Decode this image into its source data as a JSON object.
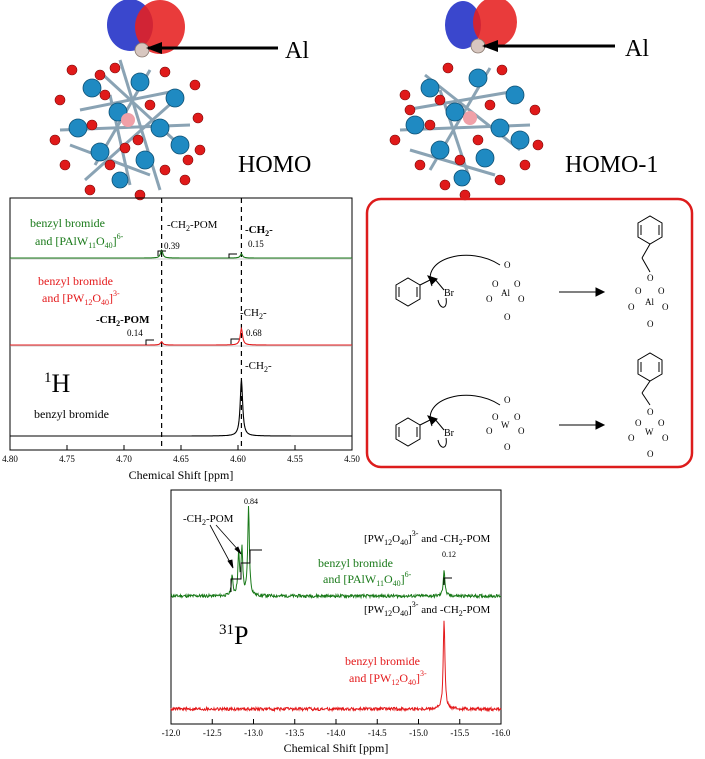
{
  "orbitals": [
    {
      "label": "HOMO",
      "atom_label": "Al"
    },
    {
      "label": "HOMO-1",
      "atom_label": "Al"
    }
  ],
  "scheme": {
    "reactant_label": "Br",
    "al_label": "Al",
    "w_label": "W",
    "o_label": "O"
  },
  "colors": {
    "green": "#1a7a1a",
    "red": "#e41a1c",
    "black": "#000000",
    "scheme_border": "#dd1c1c"
  },
  "chart_data": [
    {
      "type": "line",
      "nucleus_label": "1H",
      "nucleus_mass": "1",
      "nucleus_symbol": "H",
      "xlabel": "Chemical Shift [ppm]",
      "xlim": [
        4.8,
        4.5
      ],
      "x_ticks": [
        "4.80",
        "4.75",
        "4.70",
        "4.65",
        "4.60",
        "4.55",
        "4.50"
      ],
      "reference_lines": [
        4.667,
        4.597
      ],
      "series": [
        {
          "name_parts": [
            "benzyl bromide",
            "and [PAlW",
            "11",
            "O",
            "40",
            "]",
            "6-"
          ],
          "color": "#1a7a1a",
          "peaks": [
            {
              "x": 4.667,
              "height": 0.1,
              "width": 0.0012
            },
            {
              "x": 4.597,
              "height": 0.05,
              "width": 0.0012
            }
          ],
          "annotations": [
            {
              "text_parts": [
                "-CH",
                "2",
                "-POM"
              ],
              "bold": false,
              "value": "0.39"
            },
            {
              "text_parts": [
                "-CH",
                "2",
                "-"
              ],
              "bold": true,
              "value": "0.15"
            }
          ]
        },
        {
          "name_parts": [
            "benzyl bromide",
            "and [PW",
            "12",
            "O",
            "40",
            "]",
            "3-"
          ],
          "color": "#e41a1c",
          "peaks": [
            {
              "x": 4.667,
              "height": 0.06,
              "width": 0.0012
            },
            {
              "x": 4.597,
              "height": 0.3,
              "width": 0.0012
            }
          ],
          "annotations": [
            {
              "text_parts": [
                "-CH",
                "2",
                "-POM"
              ],
              "bold": true,
              "value": "0.14"
            },
            {
              "text_parts": [
                "-CH",
                "2",
                "-"
              ],
              "bold": false,
              "value": "0.68"
            }
          ]
        },
        {
          "name_parts": [
            "benzyl bromide"
          ],
          "color": "#000000",
          "peaks": [
            {
              "x": 4.597,
              "height": 1.0,
              "width": 0.0013
            }
          ],
          "annotations": [
            {
              "text_parts": [
                "-CH",
                "2",
                "-"
              ],
              "bold": false,
              "value": ""
            }
          ]
        }
      ]
    },
    {
      "type": "line",
      "nucleus_label": "31P",
      "nucleus_mass": "31",
      "nucleus_symbol": "P",
      "xlabel": "Chemical Shift [ppm]",
      "xlim": [
        -12.0,
        -16.0
      ],
      "x_ticks": [
        "-12.0",
        "-12.5",
        "-13.0",
        "-13.5",
        "-14.0",
        "-14.5",
        "-15.0",
        "-15.5",
        "-16.0"
      ],
      "series": [
        {
          "name_parts": [
            "benzyl bromide",
            "and [PAlW",
            "11",
            "O",
            "40",
            "]",
            "6-"
          ],
          "color": "#1a7a1a",
          "peaks": [
            {
              "x": -12.74,
              "height": 0.22,
              "width": 0.012
            },
            {
              "x": -12.82,
              "height": 0.45,
              "width": 0.012
            },
            {
              "x": -12.86,
              "height": 0.52,
              "width": 0.012
            },
            {
              "x": -12.94,
              "height": 1.0,
              "width": 0.012
            },
            {
              "x": -15.31,
              "height": 0.3,
              "width": 0.012
            }
          ],
          "annotations": [
            {
              "text_parts": [
                "-CH",
                "2",
                "-POM"
              ],
              "value": "0.84"
            },
            {
              "text_parts": [
                "[PW",
                "12",
                "O",
                "40",
                "]",
                "3-",
                " and -CH",
                "2",
                "-POM"
              ],
              "value": "0.12"
            }
          ]
        },
        {
          "name_parts": [
            "benzyl bromide",
            "and [PW",
            "12",
            "O",
            "40",
            "]",
            "3-"
          ],
          "color": "#e41a1c",
          "peaks": [
            {
              "x": -15.31,
              "height": 1.0,
              "width": 0.012
            }
          ],
          "annotations": [
            {
              "text_parts": [
                "[PW",
                "12",
                "O",
                "40",
                "]",
                "3-",
                " and -CH",
                "2",
                "-POM"
              ],
              "value": ""
            }
          ]
        }
      ]
    }
  ]
}
